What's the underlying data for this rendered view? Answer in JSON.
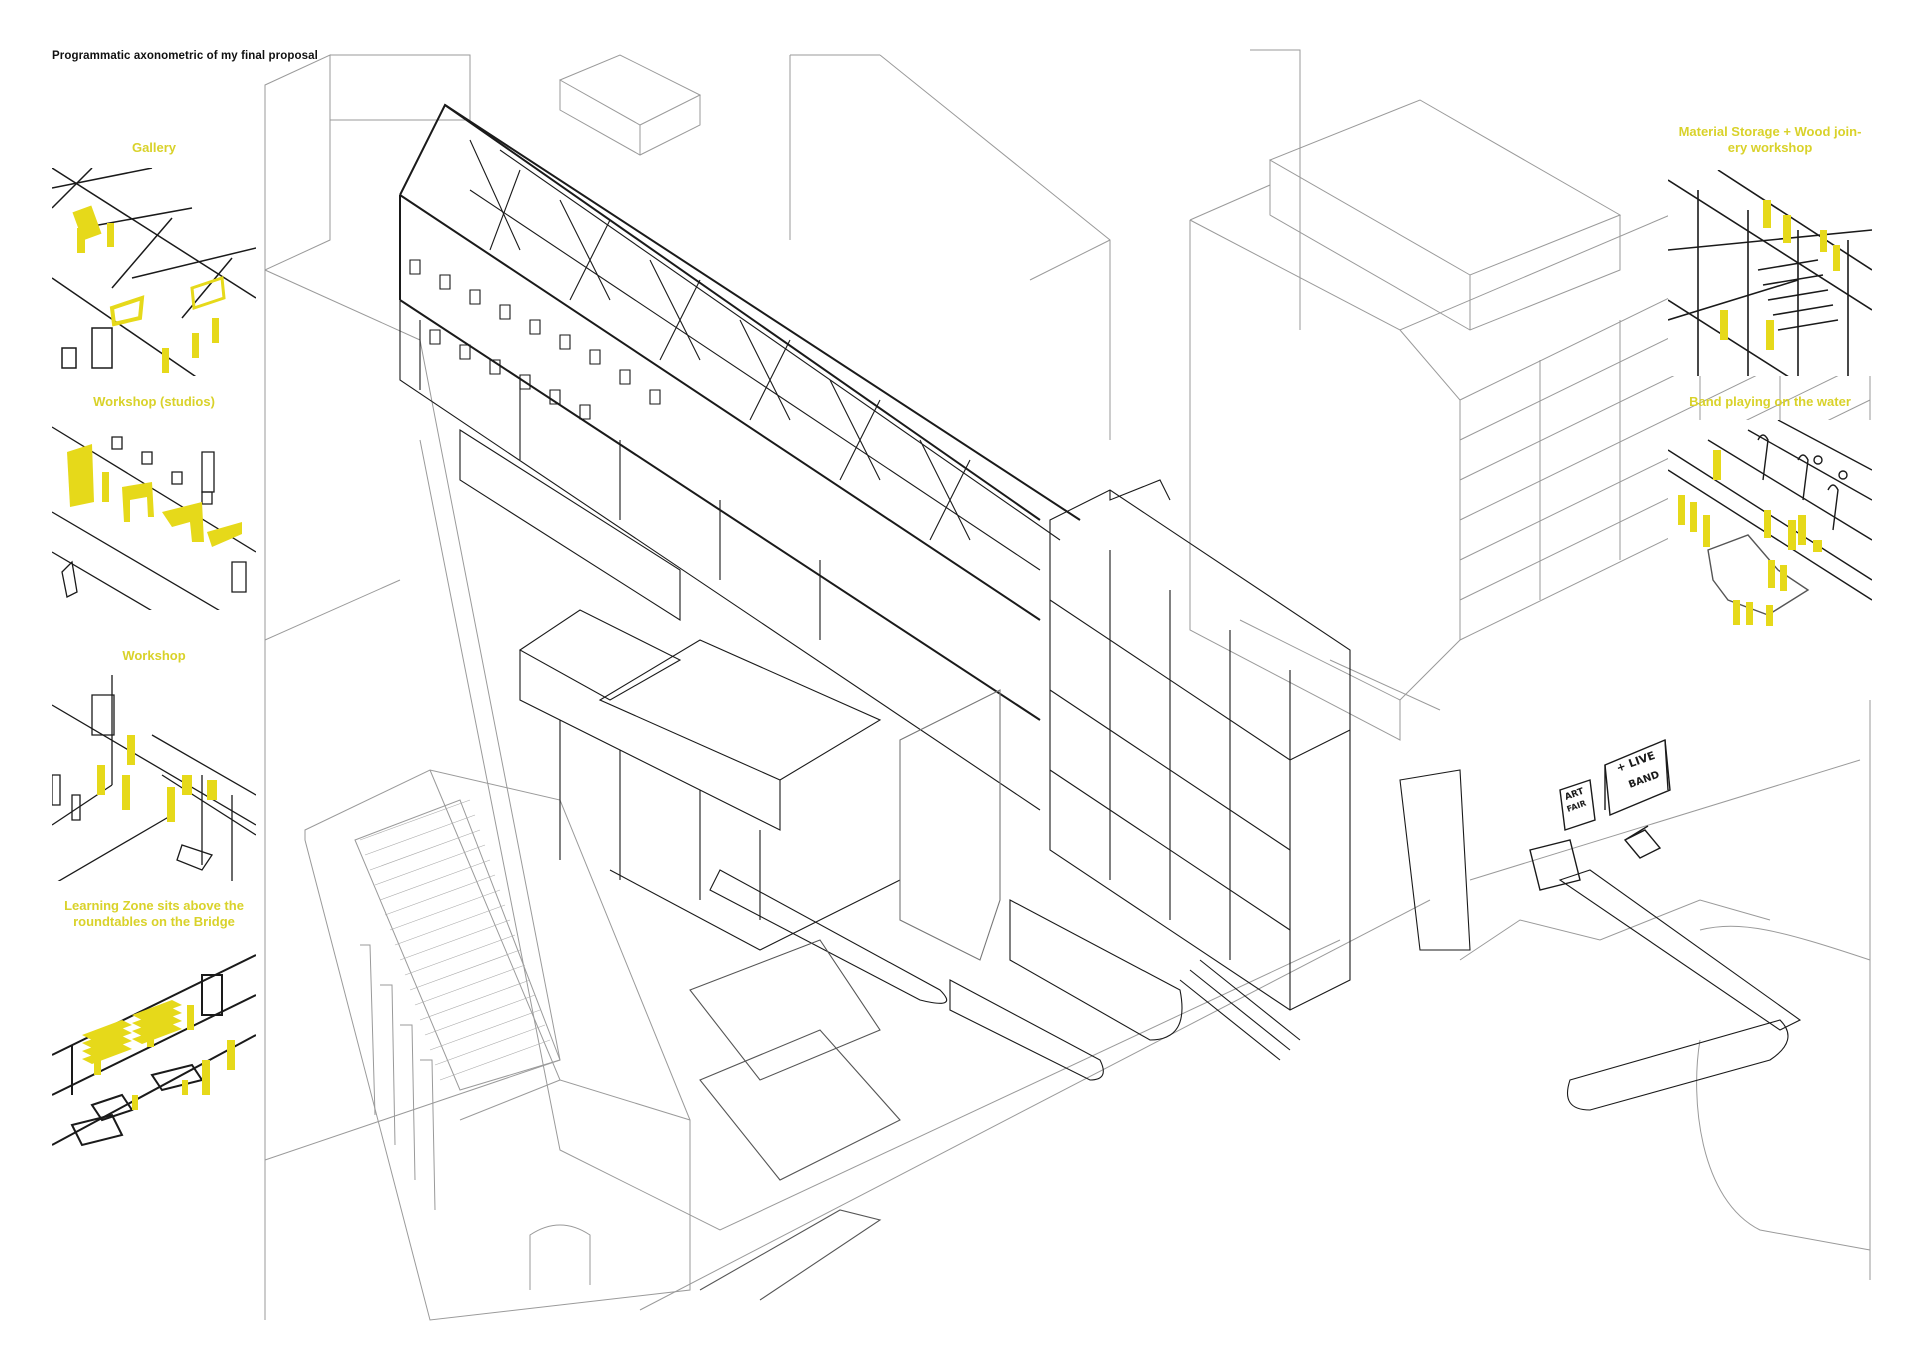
{
  "title": "Programmatic axonometric of my final proposal",
  "colors": {
    "accent_yellow": "#e6d91a",
    "label_yellow": "#d9d22a",
    "ink": "#1a1a1a",
    "context_line": "#9a9a9a",
    "background": "#ffffff"
  },
  "left_panels": [
    {
      "label": "Gallery",
      "icon": "gallery-vignette"
    },
    {
      "label": "Workshop (studios)",
      "icon": "studio-workshop-vignette"
    },
    {
      "label": "Workshop",
      "icon": "workshop-vignette"
    },
    {
      "label_line1": "Learning Zone sits above the",
      "label_line2": "roundtables on the Bridge",
      "icon": "learning-zone-vignette"
    }
  ],
  "right_panels": [
    {
      "label_line1": "Material Storage + Wood join-",
      "label_line2": "ery workshop",
      "icon": "material-storage-vignette"
    },
    {
      "label": "Band playing on the water",
      "icon": "band-on-water-vignette"
    }
  ],
  "signs": {
    "live_band_line1": "+ LIVE",
    "live_band_line2": "BAND",
    "art_fair_line1": "ART",
    "art_fair_line2": "FAIR"
  }
}
